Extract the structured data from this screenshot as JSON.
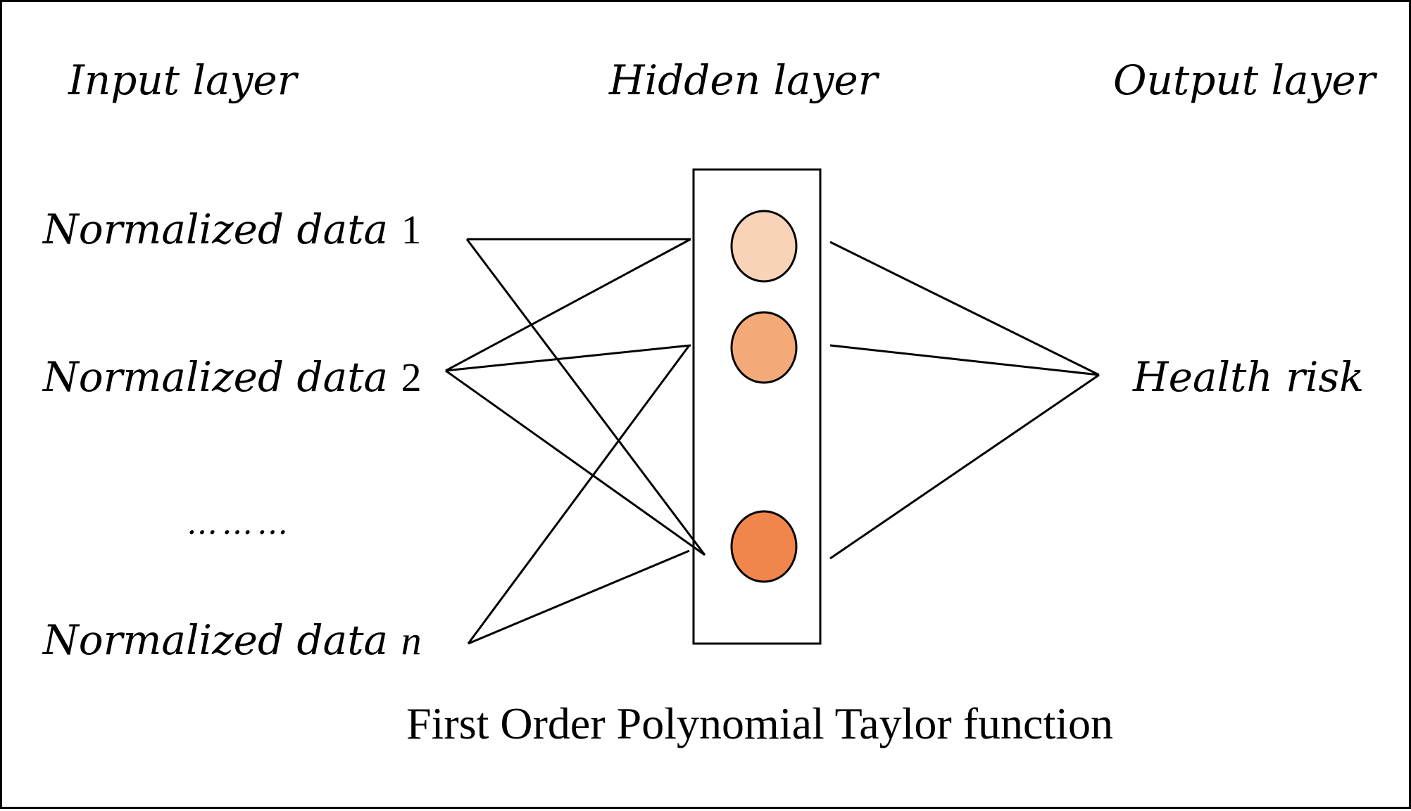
{
  "headers": {
    "input": "Input layer",
    "hidden": "Hidden layer",
    "output": "Output layer"
  },
  "inputs": {
    "item1": {
      "text": "Normalized data",
      "suffix": "1"
    },
    "item2": {
      "text": "Normalized data",
      "suffix": "2"
    },
    "ellipsis": "………",
    "itemN": {
      "text": "Normalized data",
      "suffix": "n"
    }
  },
  "output": {
    "label": "Health risk"
  },
  "caption": "First Order Polynomial Taylor function",
  "colors": {
    "neuron1": "#f8d3b7",
    "neuron2": "#f4aa78",
    "neuron3": "#f0864b",
    "stroke": "#000000"
  }
}
